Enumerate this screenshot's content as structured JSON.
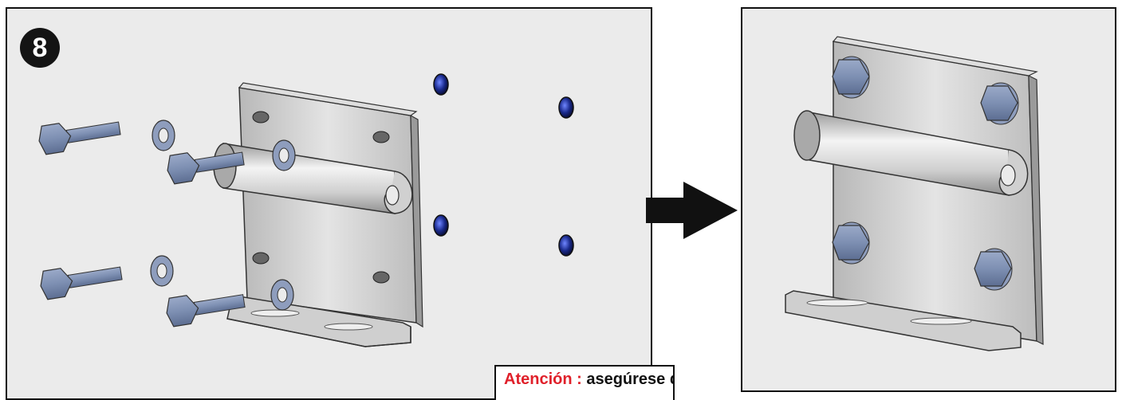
{
  "step": {
    "number": "8"
  },
  "note": {
    "label": "Atención :",
    "text": "asegúrese de que los soportes de pared"
  },
  "colors": {
    "bolt": "#7d8fb2",
    "bracket": "#c9c9c9",
    "wall_plug": "#1a2a8c",
    "panel_bg": "#ebebeb",
    "note_red": "#e0202a"
  },
  "icons": [
    "arrow-right-icon"
  ]
}
